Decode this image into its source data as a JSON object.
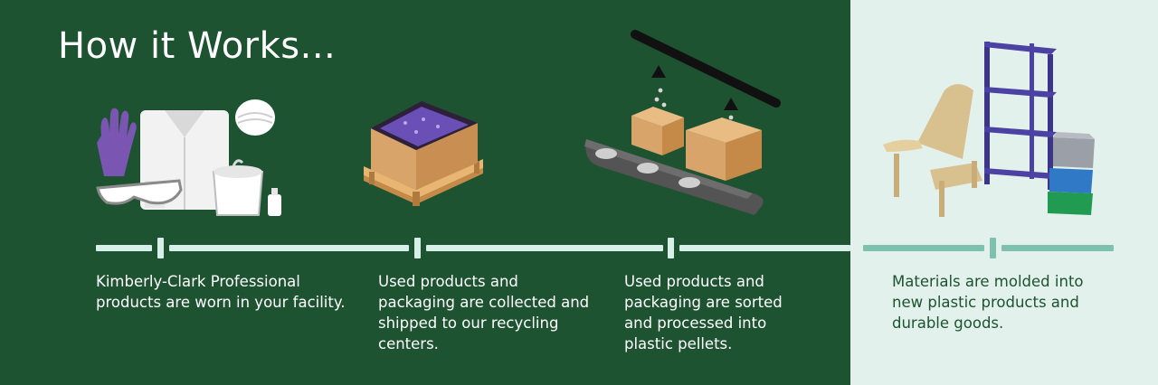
{
  "title": "How it Works...",
  "colors": {
    "dark_green": "#1d5331",
    "light_mint": "#e2f1ec",
    "timeline_light": "#d8efe9",
    "timeline_teal": "#7ec2ad",
    "glove_purple": "#7a55b2",
    "cardboard": "#d9a46a",
    "shelf_navy": "#3c3588"
  },
  "steps": [
    {
      "icon": "ppe-products-icon",
      "text": "Kimberly-Clark Professional products are worn in your facility."
    },
    {
      "icon": "collection-box-pallet-icon",
      "text": "Used products and packaging are collected and shipped to our recycling centers."
    },
    {
      "icon": "conveyor-sorting-icon",
      "text": "Used products and packaging are sorted and processed into plastic pellets."
    },
    {
      "icon": "molded-goods-icon",
      "text": "Materials are molded into new plastic products and durable goods."
    }
  ]
}
